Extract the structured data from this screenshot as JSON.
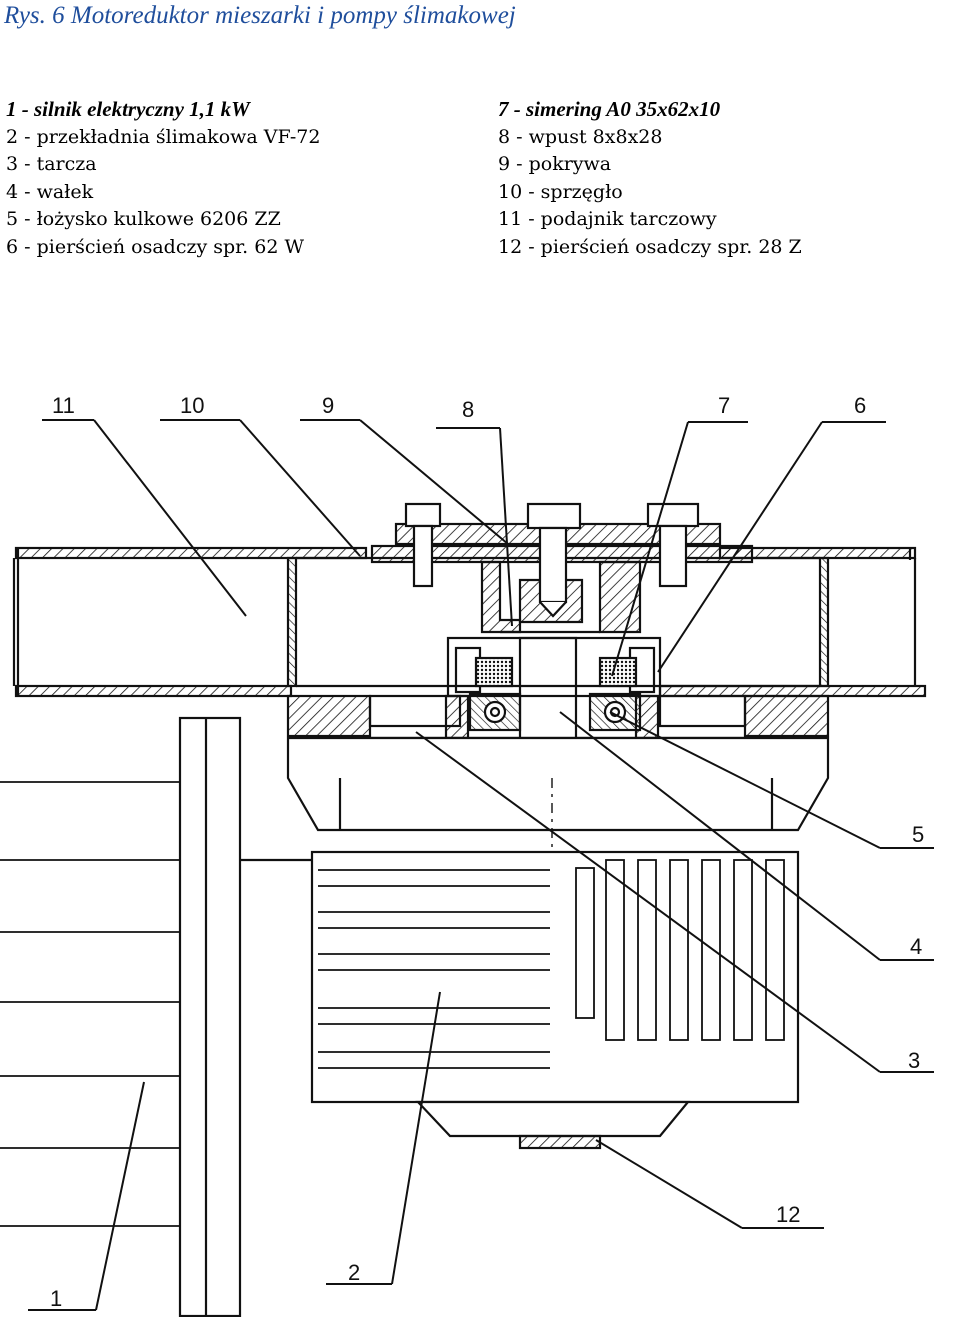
{
  "title": "Rys. 6 Motoreduktor mieszarki i pompy ślimakowej",
  "legend_left": [
    "1 - silnik elektryczny 1,1 kW",
    "2 - przekładnia ślimakowa VF-72",
    "3 - tarcza",
    "4 - wałek",
    "5 - łożysko kulkowe 6206 ZZ",
    "6 - pierścień osadczy spr. 62 W"
  ],
  "legend_right": [
    "7 - simering A0 35x62x10",
    "8 - wpust 8x8x28",
    "9 - pokrywa",
    "10 - sprzęgło",
    "11 - podajnik tarczowy",
    "12 - pierścień osadczy spr. 28 Z"
  ],
  "callouts": {
    "c1": "1",
    "c2": "2",
    "c3": "3",
    "c4": "4",
    "c5": "5",
    "c6": "6",
    "c7": "7",
    "c8": "8",
    "c9": "9",
    "c10": "10",
    "c11": "11",
    "c12": "12"
  }
}
